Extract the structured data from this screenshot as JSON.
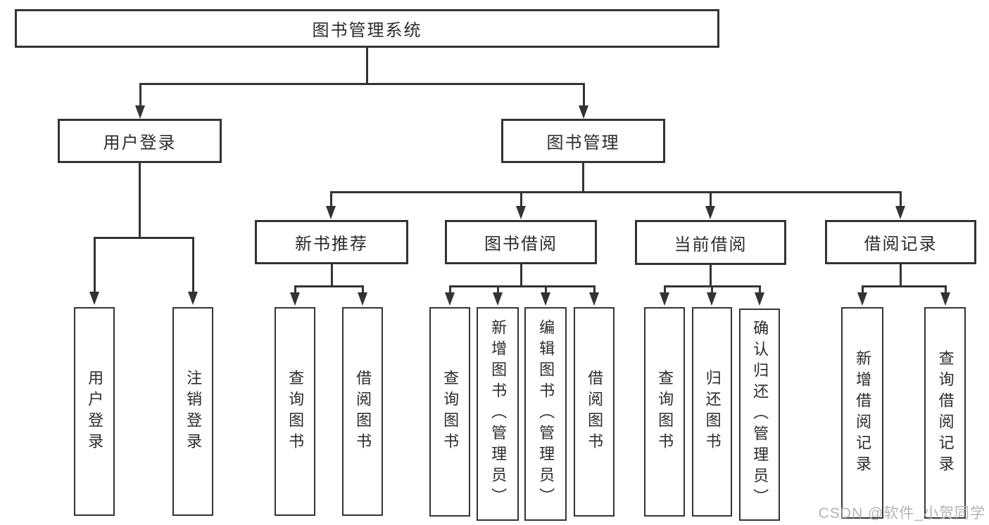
{
  "colors": {
    "line": "#333333",
    "node_border": "#333333",
    "node_text": "#2b2b2b",
    "background": "#ffffff",
    "watermark_text_color": "#b3b3b3"
  },
  "watermark": {
    "text": "CSDN @软件_小贺同学"
  },
  "diagram": {
    "type": "tree",
    "root": {
      "label": "图书管理系统"
    },
    "level2": [
      {
        "label": "用户登录",
        "children": [
          {
            "label": "用户登录"
          },
          {
            "label": "注销登录"
          }
        ]
      },
      {
        "label": "图书管理",
        "children": [
          {
            "label": "新书推荐",
            "children": [
              {
                "label": "查询图书"
              },
              {
                "label": "借阅图书"
              }
            ]
          },
          {
            "label": "图书借阅",
            "children": [
              {
                "label": "查询图书"
              },
              {
                "label": "新增图书（管理员）"
              },
              {
                "label": "编辑图书（管理员）"
              },
              {
                "label": "借阅图书"
              }
            ]
          },
          {
            "label": "当前借阅",
            "children": [
              {
                "label": "查询图书"
              },
              {
                "label": "归还图书"
              },
              {
                "label": "确认归还（管理员）"
              }
            ]
          },
          {
            "label": "借阅记录",
            "children": [
              {
                "label": "新增借阅记录"
              },
              {
                "label": "查询借阅记录"
              }
            ]
          }
        ]
      }
    ]
  }
}
